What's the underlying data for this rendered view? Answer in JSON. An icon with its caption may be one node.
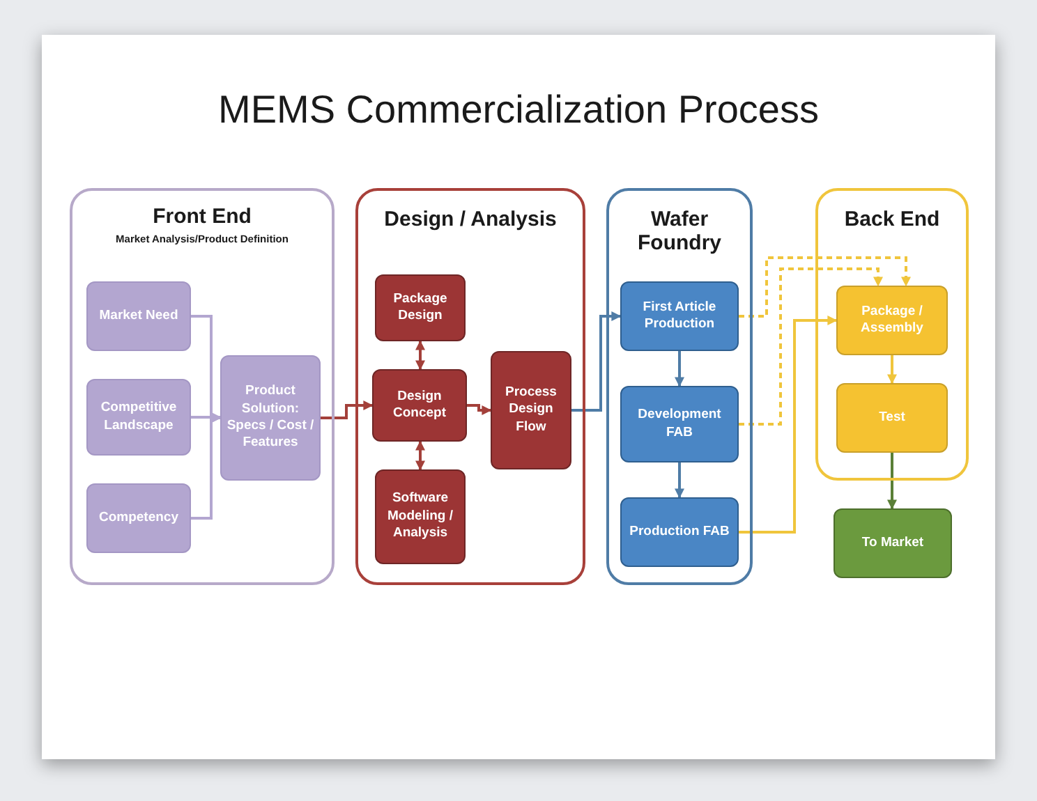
{
  "diagram": {
    "title": "MEMS Commercialization Process",
    "nodes": [
      {
        "text": [
          "Front End",
          "Market Analysis/Product Definition"
        ]
      },
      {
        "text": [
          "Market Need"
        ],
        "in": 0
      },
      {
        "text": [
          "Competitive Landscape"
        ],
        "in": 0
      },
      {
        "text": [
          "Competency"
        ],
        "in": 0
      },
      {
        "text": [
          "Product Solution: Specs / Cost / Features"
        ],
        "in": 0
      },
      {
        "text": [
          "Design / Analysis"
        ]
      },
      {
        "text": [
          "Package Design"
        ],
        "in": 5
      },
      {
        "text": [
          "Design Concept"
        ],
        "in": 5
      },
      {
        "text": [
          "Software Modeling / Analysis"
        ],
        "in": 5
      },
      {
        "text": [
          "Process Design Flow"
        ],
        "in": 5
      },
      {
        "text": [
          "Wafer Foundry"
        ]
      },
      {
        "text": [
          "First Article Production"
        ],
        "in": 10
      },
      {
        "text": [
          "Development FAB"
        ],
        "in": 10
      },
      {
        "text": [
          "Production FAB"
        ],
        "in": 10
      },
      {
        "text": [
          "Back End"
        ]
      },
      {
        "text": [
          "Package / Assembly"
        ],
        "in": 14
      },
      {
        "text": [
          "Test"
        ],
        "in": 14
      },
      {
        "text": [
          "To Market"
        ]
      }
    ],
    "edges": [
      {
        "from": 1,
        "to": 4,
        "arrow": "to",
        "color": "#b3a6d0"
      },
      {
        "from": 2,
        "to": 4,
        "arrow": "to",
        "color": "#b3a6d0"
      },
      {
        "from": 3,
        "to": 4,
        "arrow": "to",
        "color": "#b3a6d0"
      },
      {
        "from": 4,
        "to": 7,
        "arrow": "to",
        "color": "#a3403a"
      },
      {
        "from": 6,
        "to": 7,
        "arrow": "both",
        "color": "#a3403a"
      },
      {
        "from": 7,
        "to": 8,
        "arrow": "both",
        "color": "#a3403a"
      },
      {
        "from": 7,
        "to": 9,
        "arrow": "to",
        "color": "#a3403a"
      },
      {
        "from": 9,
        "to": 11,
        "arrow": "to",
        "color": "#4f7ca6"
      },
      {
        "from": 11,
        "to": 12,
        "arrow": "to",
        "color": "#4f7ca6"
      },
      {
        "from": 12,
        "to": 13,
        "arrow": "to",
        "color": "#4f7ca6"
      },
      {
        "from": 11,
        "to": 15,
        "arrow": "to",
        "style": "dashed",
        "color": "#f0c53c"
      },
      {
        "from": 12,
        "to": 15,
        "arrow": "to",
        "style": "dashed",
        "color": "#f0c53c"
      },
      {
        "from": 13,
        "to": 15,
        "arrow": "to",
        "color": "#f0c53c"
      },
      {
        "from": 15,
        "to": 16,
        "arrow": "to",
        "color": "#f0c53c"
      },
      {
        "from": 16,
        "to": 17,
        "arrow": "to",
        "color": "#5a7f37"
      }
    ]
  }
}
